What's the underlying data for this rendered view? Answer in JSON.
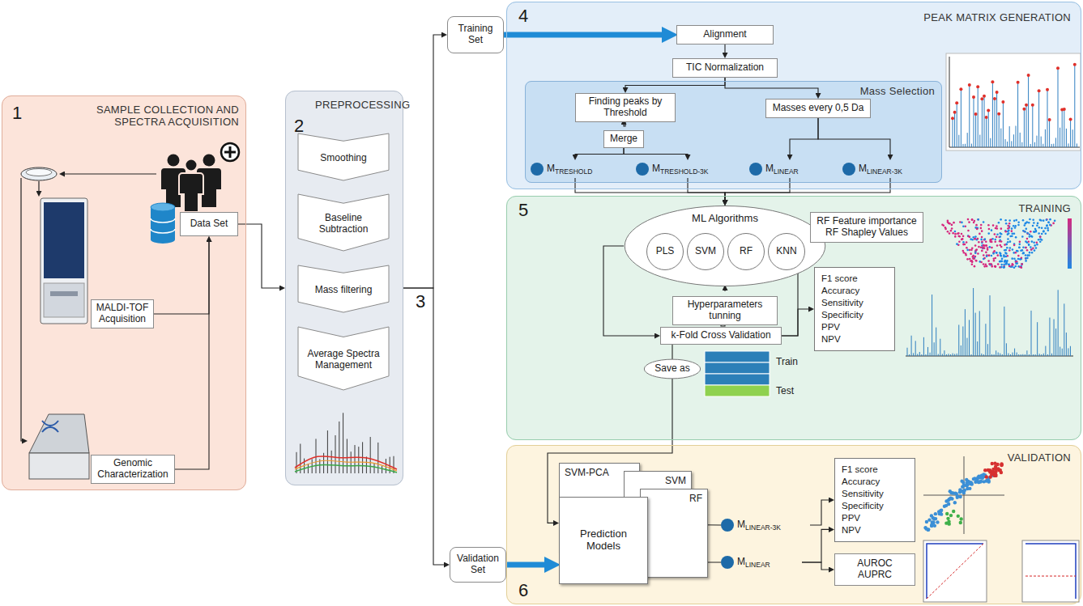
{
  "diagram": {
    "nodes": [
      {
        "text": [
          "SAMPLE COLLECTION AND SPECTRA ACQUISITION",
          "1"
        ]
      },
      {
        "text": [
          "Data Set"
        ],
        "in": 0
      },
      {
        "text": [
          "MALDI-TOF Acquisition"
        ],
        "in": 0
      },
      {
        "text": [
          "Genomic Characterization"
        ],
        "in": 0
      },
      {
        "text": [
          "PREPROCESSING",
          "2"
        ]
      },
      {
        "text": [
          "Smoothing"
        ],
        "in": 4
      },
      {
        "text": [
          "Baseline Subtraction"
        ],
        "in": 4
      },
      {
        "text": [
          "Mass filtering"
        ],
        "in": 4
      },
      {
        "text": [
          "Average Spectra Management"
        ],
        "in": 4
      },
      {
        "text": [
          "Training Set"
        ]
      },
      {
        "text": [
          "PEAK MATRIX GENERATION",
          "4"
        ]
      },
      {
        "text": [
          "Alignment"
        ],
        "in": 10
      },
      {
        "text": [
          "TIC Normalization"
        ],
        "in": 10
      },
      {
        "text": [
          "Mass Selection"
        ],
        "in": 10
      },
      {
        "text": [
          "Finding peaks by Threshold"
        ],
        "in": 13
      },
      {
        "text": [
          "Merge"
        ],
        "in": 13
      },
      {
        "text": [
          "Masses every 0,5 Da"
        ],
        "in": 13
      },
      {
        "text": [
          "M",
          "TRESHOLD"
        ],
        "in": 13
      },
      {
        "text": [
          "M",
          "TRESHOLD-3K"
        ],
        "in": 13
      },
      {
        "text": [
          "M",
          "LINEAR"
        ],
        "in": 13
      },
      {
        "text": [
          "M",
          "LINEAR-3K"
        ],
        "in": 13
      },
      {
        "text": [
          "TRAINING",
          "5"
        ]
      },
      {
        "text": [
          "ML Algorithms"
        ],
        "in": 21
      },
      {
        "text": [
          "PLS"
        ],
        "in": 22
      },
      {
        "text": [
          "SVM"
        ],
        "in": 22
      },
      {
        "text": [
          "RF"
        ],
        "in": 22
      },
      {
        "text": [
          "KNN"
        ],
        "in": 22
      },
      {
        "text": [
          "Hyperparameters tunning"
        ],
        "in": 21
      },
      {
        "text": [
          "k-Fold Cross Validation"
        ],
        "in": 21
      },
      {
        "text": [
          "RF Feature importance",
          "RF Shapley Values"
        ],
        "in": 21
      },
      {
        "text": [
          "F1 score",
          "Accuracy",
          "Sensitivity",
          "Specificity",
          "PPV",
          "NPV"
        ],
        "in": 21
      },
      {
        "text": [
          "Save as"
        ],
        "in": 21
      },
      {
        "text": [
          "Validation Set"
        ]
      },
      {
        "text": [
          "VALIDATION",
          "6"
        ]
      },
      {
        "text": [
          "SVM-PCA"
        ],
        "in": 33
      },
      {
        "text": [
          "SVM"
        ],
        "in": 33
      },
      {
        "text": [
          "RF"
        ],
        "in": 33
      },
      {
        "text": [
          "Prediction Models"
        ],
        "in": 33
      },
      {
        "text": [
          "M",
          "LINEAR-3K"
        ],
        "in": 33
      },
      {
        "text": [
          "M",
          "LINEAR"
        ],
        "in": 33
      },
      {
        "text": [
          "F1 score",
          "Accuracy",
          "Sensitivity",
          "Specificity",
          "PPV",
          "NPV"
        ],
        "in": 33
      },
      {
        "text": [
          "AUROC",
          "AUPRC"
        ],
        "in": 33
      }
    ],
    "edges": [
      {
        "from": 2,
        "to": 1,
        "arrow": "to"
      },
      {
        "from": 3,
        "to": 1,
        "arrow": "to"
      },
      {
        "from": 1,
        "to": 4,
        "arrow": "to"
      },
      {
        "from": 4,
        "to": 9,
        "arrow": "to"
      },
      {
        "from": 4,
        "to": 32,
        "arrow": "to"
      },
      {
        "from": 9,
        "to": 11,
        "arrow": "to"
      },
      {
        "from": 11,
        "to": 12,
        "arrow": "to"
      },
      {
        "from": 12,
        "to": 14,
        "arrow": "to"
      },
      {
        "from": 12,
        "to": 16,
        "arrow": "to"
      },
      {
        "from": 14,
        "to": 15,
        "arrow": "to"
      },
      {
        "from": 15,
        "to": 17,
        "arrow": "to"
      },
      {
        "from": 15,
        "to": 18,
        "arrow": "to"
      },
      {
        "from": 16,
        "to": 19,
        "arrow": "to"
      },
      {
        "from": 16,
        "to": 20,
        "arrow": "to"
      },
      {
        "from": 17,
        "to": 22,
        "arrow": "to"
      },
      {
        "from": 18,
        "to": 22,
        "arrow": "to"
      },
      {
        "from": 19,
        "to": 22,
        "arrow": "to"
      },
      {
        "from": 20,
        "to": 22,
        "arrow": "to"
      },
      {
        "from": 22,
        "to": 27,
        "arrow": "to"
      },
      {
        "from": 22,
        "to": 28,
        "arrow": "to"
      },
      {
        "from": 27,
        "to": 28,
        "arrow": "to"
      },
      {
        "from": 28,
        "to": 29,
        "arrow": "to"
      },
      {
        "from": 28,
        "to": 30,
        "arrow": "to"
      },
      {
        "from": 28,
        "to": 31,
        "arrow": "none"
      },
      {
        "from": 31,
        "to": 37,
        "arrow": "to"
      },
      {
        "from": 32,
        "to": 37,
        "arrow": "to"
      },
      {
        "from": 37,
        "to": 38,
        "arrow": "none"
      },
      {
        "from": 37,
        "to": 39,
        "arrow": "none"
      },
      {
        "from": 38,
        "to": 40,
        "arrow": "to"
      },
      {
        "from": 39,
        "to": 40,
        "arrow": "to"
      },
      {
        "from": 39,
        "to": 41,
        "arrow": "to"
      }
    ],
    "labels": [
      "3",
      "Train",
      "Test"
    ]
  }
}
